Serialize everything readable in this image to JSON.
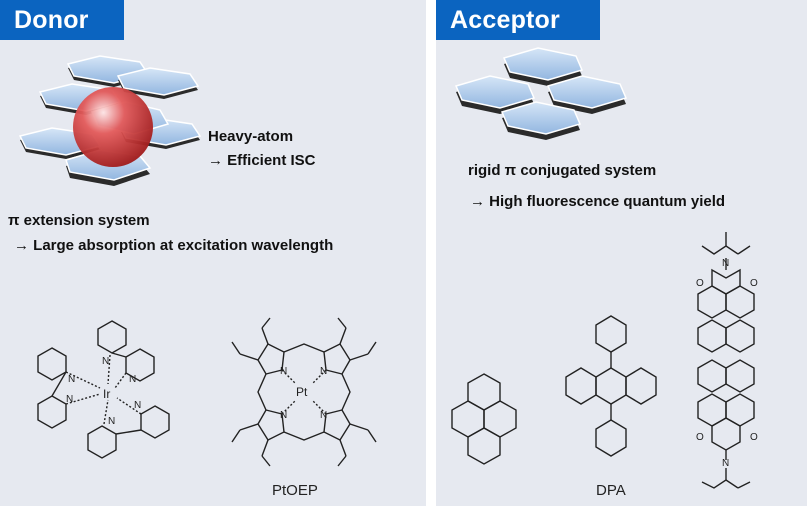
{
  "donor": {
    "title": "Donor",
    "heavy_atom_line": "Heavy-atom",
    "isc_line": "→ Efficient ISC",
    "pi_extension_line": "π extension system",
    "absorption_line": "→ Large absorption at excitation wavelength",
    "ir_atom": "Ir",
    "pt_atom": "Pt",
    "n_atom": "N",
    "ptoep_caption": "PtOEP"
  },
  "acceptor": {
    "title": "Acceptor",
    "rigid_line": "rigid π conjugated system",
    "fluorescence_line": "→ High fluorescence quantum yield",
    "dpa_caption": "DPA",
    "o_atom": "O",
    "n_atom": "N"
  },
  "colors": {
    "title_bg": "#0b64c0",
    "panel_bg": "#e6e9f0",
    "hexagon_fill": "#a9c6e8",
    "heavy_atom_sphere": "#d42a2a"
  }
}
